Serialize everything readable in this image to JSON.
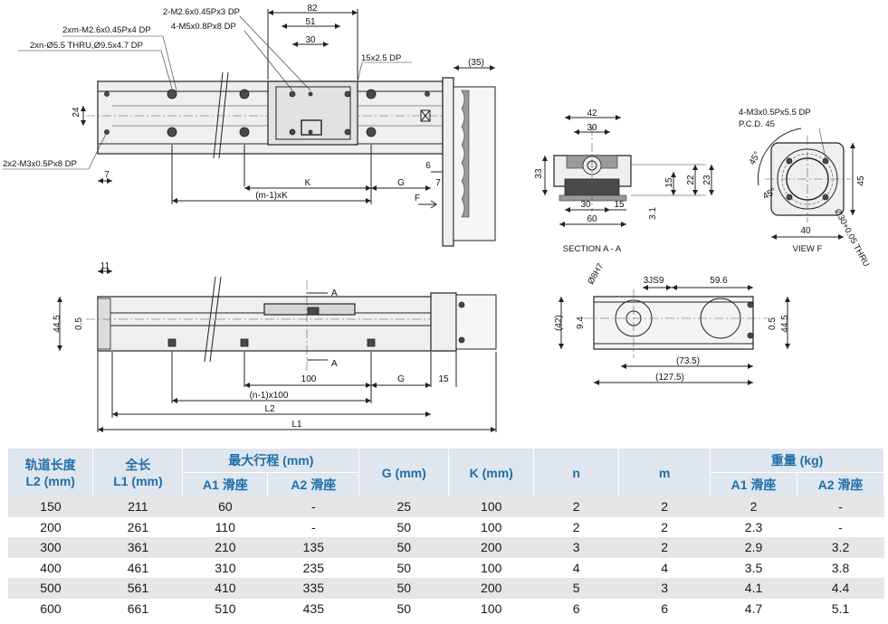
{
  "drawing": {
    "top_view": {
      "callouts": [
        "2-M2.6x0.45Px3 DP",
        "4-M5x0.8Px8 DP",
        "2xm-M2.6x0.45Px4 DP",
        "2xn-Ø5.5 THRU,Ø9.5x4.7 DP",
        "15x2.5 DP",
        "2x2-M3x0.5Px8 DP"
      ],
      "dims": {
        "d82": "82",
        "d51": "51",
        "d30": "30",
        "d35": "(35)",
        "d24": "24",
        "d7a": "7",
        "d6": "6",
        "d7b": "7",
        "K": "K",
        "G": "G",
        "mK": "(m-1)xK"
      },
      "view_arrow": "F"
    },
    "section_aa": {
      "dims": {
        "d42": "42",
        "d30a": "30",
        "d33": "33",
        "d22": "22",
        "d23": "23",
        "d15v": "15",
        "d30b": "30",
        "d15h": "15",
        "d60": "60",
        "d31": "3.1"
      },
      "caption": "SECTION A - A"
    },
    "view_f": {
      "callouts": [
        "4-M3x0.5Px5.5 DP",
        "P.C.D. 45"
      ],
      "dims": {
        "ang1": "45°",
        "ang2": "45°",
        "d45": "45",
        "d40": "40",
        "bore": "Ø30+0.05 THRU"
      },
      "caption": "VIEW F"
    },
    "front_view": {
      "dims": {
        "d11": "11",
        "d445": "44.5",
        "d05": "0.5",
        "d100": "100",
        "G": "G",
        "d15": "15",
        "nx100": "(n-1)x100",
        "L2": "L2",
        "L1": "L1"
      },
      "section_mark": "A"
    },
    "end_view": {
      "dims": {
        "h7": "Ø8H7",
        "js9": "3JS9",
        "d596": "59.6",
        "d42": "(42)",
        "d94": "9.4",
        "d05": "0.5",
        "d445": "44.5",
        "d735": "(73.5)",
        "d1275": "(127.5)"
      }
    }
  },
  "table": {
    "headers": {
      "rail_length": "轨道长度",
      "rail_unit": "L2 (mm)",
      "total_length": "全长",
      "total_unit": "L1 (mm)",
      "max_stroke": "最大行程 (mm)",
      "g": "G (mm)",
      "k": "K (mm)",
      "n": "n",
      "m": "m",
      "weight": "重量 (kg)",
      "a1": "A1 滑座",
      "a2": "A2 滑座"
    },
    "rows": [
      [
        "150",
        "211",
        "60",
        "-",
        "25",
        "100",
        "2",
        "2",
        "2",
        "-"
      ],
      [
        "200",
        "261",
        "110",
        "-",
        "50",
        "100",
        "2",
        "2",
        "2.3",
        "-"
      ],
      [
        "300",
        "361",
        "210",
        "135",
        "50",
        "200",
        "3",
        "2",
        "2.9",
        "3.2"
      ],
      [
        "400",
        "461",
        "310",
        "235",
        "50",
        "100",
        "4",
        "4",
        "3.5",
        "3.8"
      ],
      [
        "500",
        "561",
        "410",
        "335",
        "50",
        "200",
        "5",
        "3",
        "4.1",
        "4.4"
      ],
      [
        "600",
        "661",
        "510",
        "435",
        "50",
        "100",
        "6",
        "6",
        "4.7",
        "5.1"
      ]
    ]
  }
}
